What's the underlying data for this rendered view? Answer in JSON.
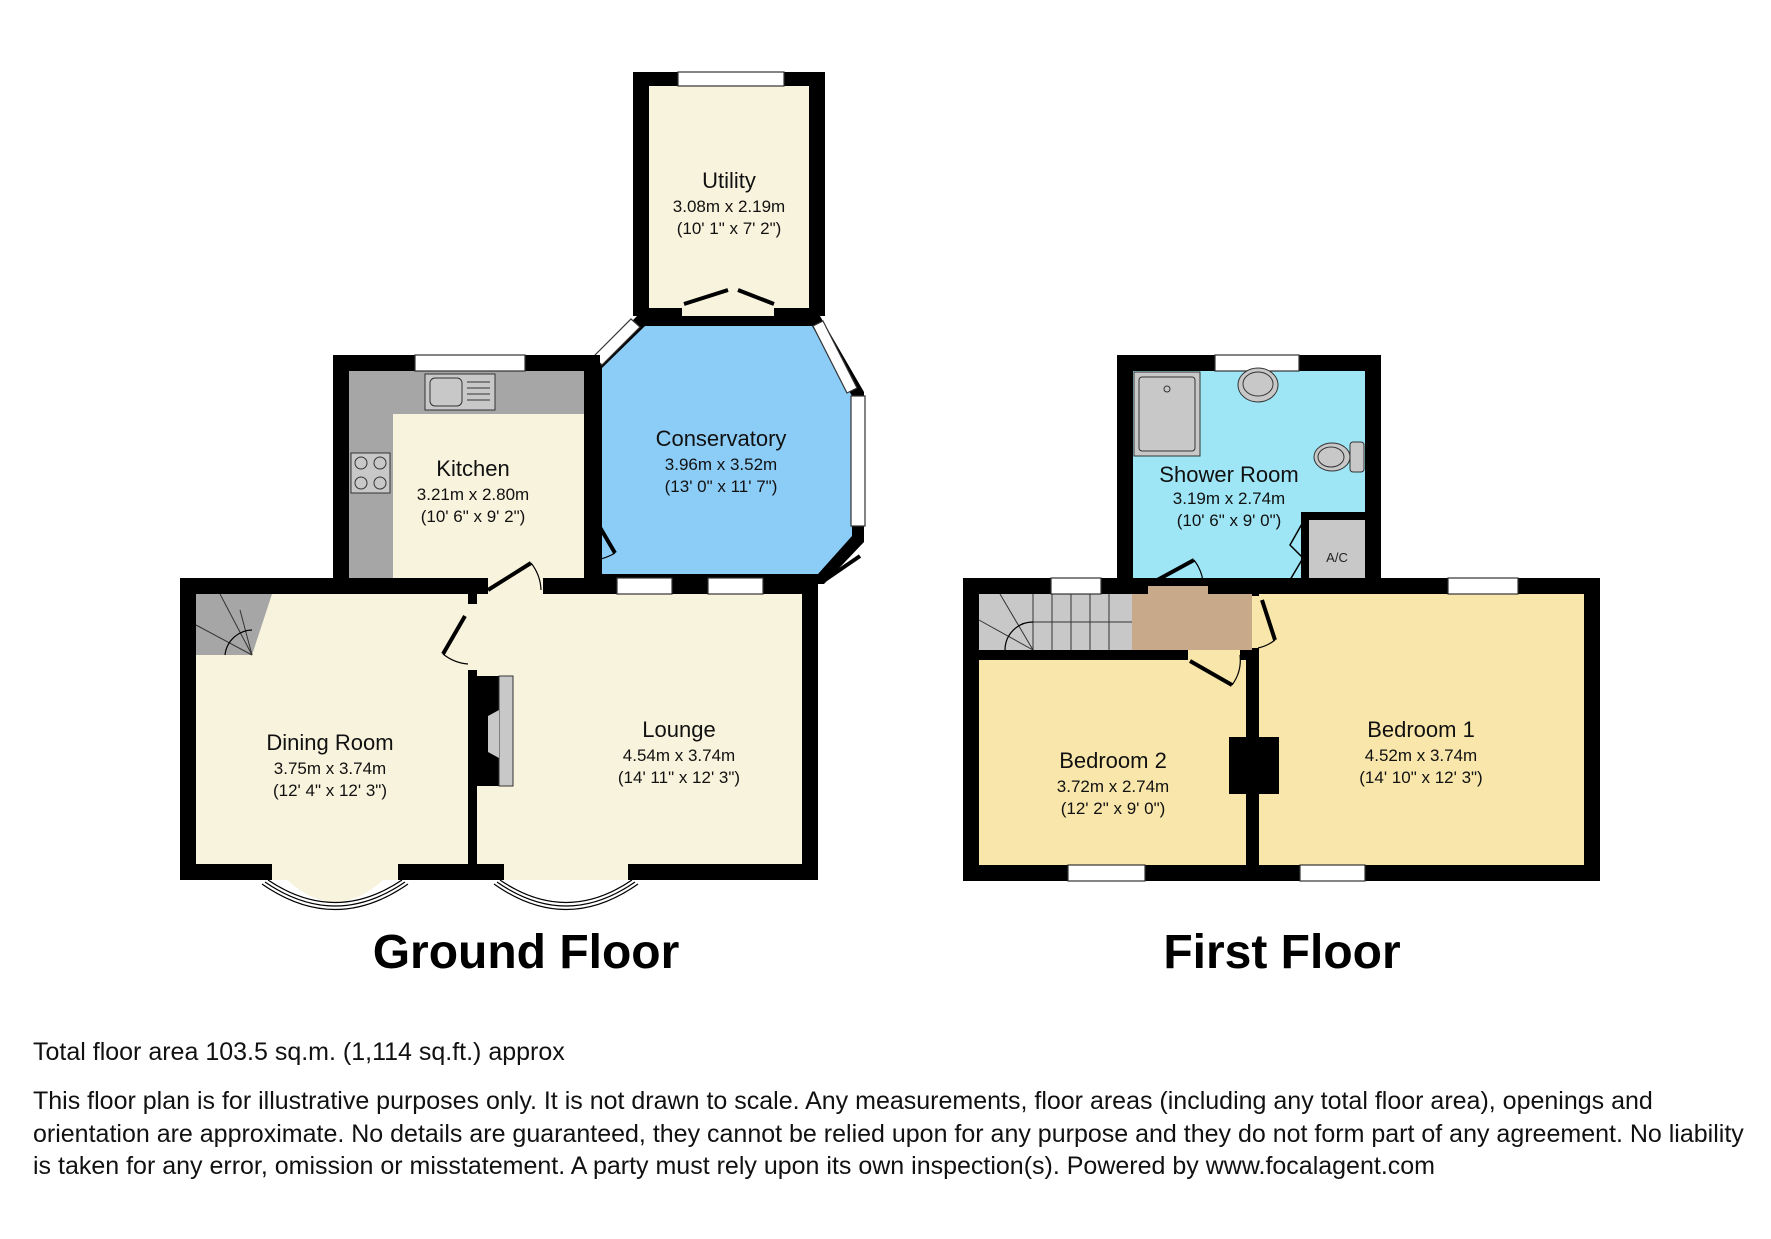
{
  "floors": [
    {
      "title": "Ground Floor",
      "rooms": [
        {
          "name": "Utility",
          "metric": "3.08m x 2.19m",
          "imperial": "(10' 1\" x 7' 2\")",
          "color": "#f8f3dc"
        },
        {
          "name": "Conservatory",
          "metric": "3.96m x 3.52m",
          "imperial": "(13' 0\" x 11' 7\")",
          "color": "#8ccdf8"
        },
        {
          "name": "Kitchen",
          "metric": "3.21m x 2.80m",
          "imperial": "(10' 6\" x 9' 2\")",
          "color": "#f8f3dc"
        },
        {
          "name": "Dining Room",
          "metric": "3.75m x 3.74m",
          "imperial": "(12' 4\" x 12' 3\")",
          "color": "#f8f3dc"
        },
        {
          "name": "Lounge",
          "metric": "4.54m x 3.74m",
          "imperial": "(14' 11\" x 12' 3\")",
          "color": "#f8f3dc"
        }
      ]
    },
    {
      "title": "First Floor",
      "rooms": [
        {
          "name": "Shower Room",
          "metric": "3.19m x 2.74m",
          "imperial": "(10' 6\" x 9' 0\")",
          "color": "#9ee6f6"
        },
        {
          "name": "Bedroom 2",
          "metric": "3.72m x 2.74m",
          "imperial": "(12' 2\" x 9' 0\")",
          "color": "#f8e6aa"
        },
        {
          "name": "Bedroom 1",
          "metric": "4.52m x 3.74m",
          "imperial": "(14' 10\" x 12' 3\")",
          "color": "#f8e6aa"
        }
      ],
      "labels": {
        "cupboard": "A/C"
      }
    }
  ],
  "footer": {
    "total": "Total floor area 103.5 sq.m. (1,114 sq.ft.) approx",
    "disclaimer": "This floor plan is for illustrative purposes only. It is not drawn to scale. Any measurements, floor areas (including any total floor area), openings and orientation are approximate. No details are guaranteed, they cannot be relied upon for any purpose and they do not form part of any agreement. No liability is taken for any error, omission or misstatement. A party must rely upon its own inspection(s). Powered by www.focalagent.com"
  },
  "colors": {
    "wall": "#000000",
    "cream": "#f8f3dc",
    "conservatory_blue": "#8ccdf8",
    "shower_blue": "#9ee6f6",
    "bedroom_yellow": "#f8e6aa",
    "landing": "#c8aa8a",
    "fixture_grey": "#a6a6a6"
  }
}
